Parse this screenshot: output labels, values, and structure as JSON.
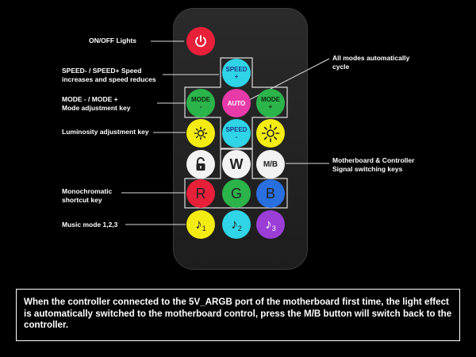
{
  "callouts": {
    "onoff": "ON/OFF Lights",
    "speed_line1": "SPEED- / SPEED+ Speed",
    "speed_line2": "increases and speed reduces",
    "mode_line1": "MODE - / MODE +",
    "mode_line2": "Mode adjustment key",
    "luminosity": "Luminosity adjustment key",
    "mono_line1": "Monochromatic",
    "mono_line2": "shortcut key",
    "music": "Music mode 1,2,3",
    "auto_line1": "All modes automatically",
    "auto_line2": "cycle",
    "mb_line1": "Motherboard & Controller",
    "mb_line2": "Signal switching keys"
  },
  "buttons": {
    "speed_plus_text": "SPEED",
    "speed_plus_sign": "+",
    "mode_minus_text": "MODE",
    "mode_minus_sign": "-",
    "auto": "AUTO",
    "mode_plus_text": "MODE",
    "mode_plus_sign": "+",
    "speed_minus_text": "SPEED",
    "speed_minus_sign": "-",
    "white": "W",
    "mb": "M/B",
    "red": "R",
    "green": "G",
    "blue": "B",
    "music1": "1",
    "music2": "2",
    "music3": "3"
  },
  "colors": {
    "power": "#e8203a",
    "speed": "#2fd4e6",
    "mode": "#2bb44a",
    "auto": "#e83aa8",
    "brightness": "#f3ec12",
    "white": "#f2f2f2",
    "red": "#e8203a",
    "green": "#2bb44a",
    "blue": "#2a6fe0",
    "music1": "#f3ec12",
    "music2": "#2fd4e6",
    "music3": "#9b3ed6"
  },
  "note": "When the controller connected to the 5V_ARGB port of the motherboard first time, the light effect is automatically switched to the motherboard control, press the M/B button will switch back to the controller."
}
